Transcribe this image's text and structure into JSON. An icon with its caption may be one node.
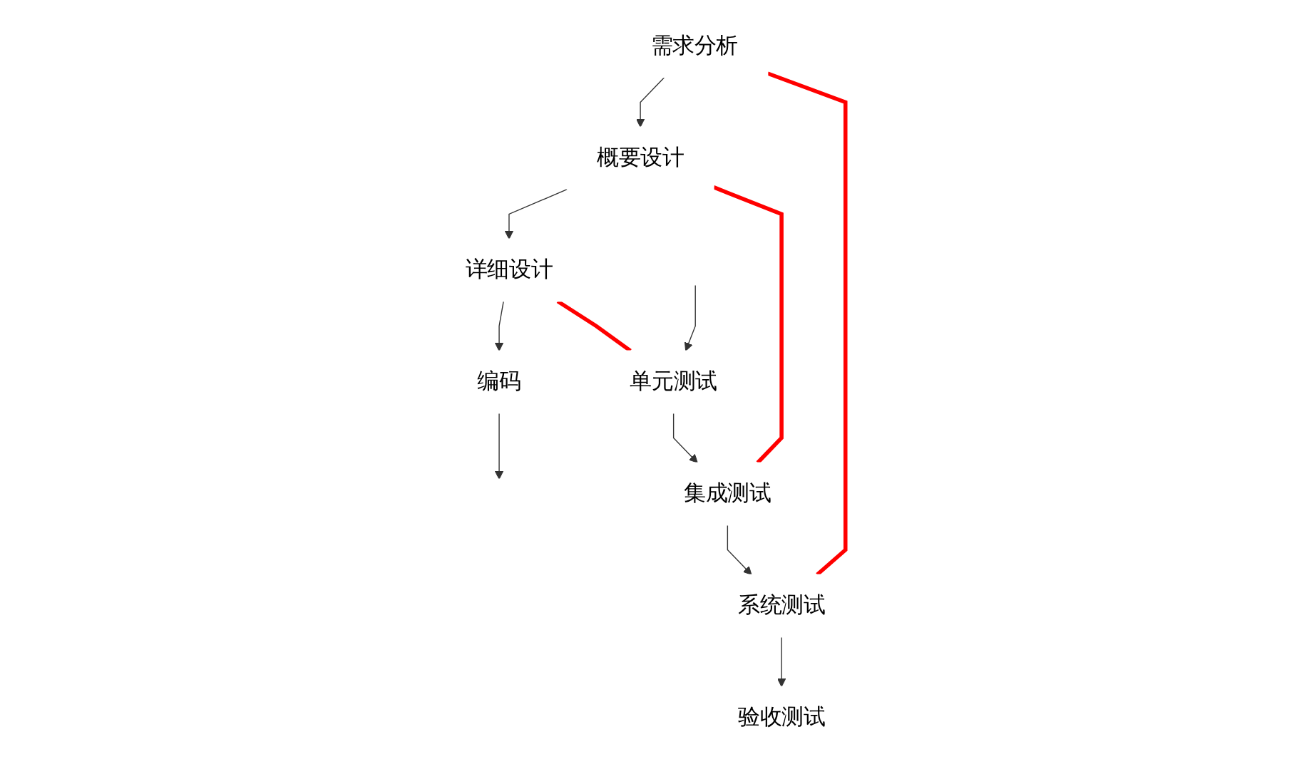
{
  "diagram": {
    "nodes": [
      {
        "text": [
          "需求分析"
        ]
      },
      {
        "text": [
          "概要设计"
        ]
      },
      {
        "text": [
          "详细设计"
        ]
      },
      {
        "text": [
          "编码"
        ]
      },
      {
        "text": [
          "单元测试"
        ]
      },
      {
        "text": [
          "集成测试"
        ]
      },
      {
        "text": [
          "系统测试"
        ]
      },
      {
        "text": [
          "验收测试"
        ]
      }
    ],
    "edges": [
      {
        "from": 0,
        "to": 1,
        "arrow": "to"
      },
      {
        "from": 1,
        "to": 2,
        "arrow": "to"
      },
      {
        "from": 2,
        "to": 3,
        "arrow": "to"
      },
      {
        "from": 3,
        "to": null,
        "arrow": "to"
      },
      {
        "from": null,
        "to": 4,
        "arrow": "to"
      },
      {
        "from": 4,
        "to": 5,
        "arrow": "to"
      },
      {
        "from": 5,
        "to": 6,
        "arrow": "to"
      },
      {
        "from": 6,
        "to": 7,
        "arrow": "to"
      },
      {
        "from": 0,
        "to": 6,
        "arrow": "none",
        "style": "thick",
        "color": "#ff0000"
      },
      {
        "from": 1,
        "to": 5,
        "arrow": "none",
        "style": "thick",
        "color": "#ff0000"
      },
      {
        "from": 2,
        "to": 4,
        "arrow": "none",
        "style": "thick",
        "color": "#ff0000"
      }
    ]
  }
}
